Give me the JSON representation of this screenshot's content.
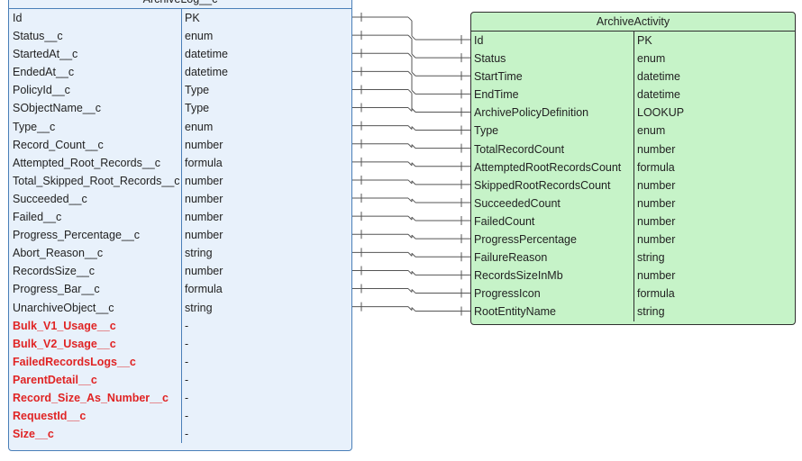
{
  "left_entity": {
    "title": "ArchiveLog__c",
    "rows": [
      {
        "name": "Id",
        "type": "PK"
      },
      {
        "name": "Status__c",
        "type": "enum"
      },
      {
        "name": "StartedAt__c",
        "type": "datetime"
      },
      {
        "name": "EndedAt__c",
        "type": "datetime"
      },
      {
        "name": "PolicyId__c",
        "type": "Type"
      },
      {
        "name": "SObjectName__c",
        "type": "Type"
      },
      {
        "name": "Type__c",
        "type": "enum"
      },
      {
        "name": "Record_Count__c",
        "type": "number"
      },
      {
        "name": "Attempted_Root_Records__c",
        "type": "formula"
      },
      {
        "name": "Total_Skipped_Root_Records__c",
        "type": "number"
      },
      {
        "name": "Succeeded__c",
        "type": "number"
      },
      {
        "name": "Failed__c",
        "type": "number"
      },
      {
        "name": "Progress_Percentage__c",
        "type": "number"
      },
      {
        "name": "Abort_Reason__c",
        "type": "string"
      },
      {
        "name": "RecordsSize__c",
        "type": "number"
      },
      {
        "name": "Progress_Bar__c",
        "type": "formula"
      },
      {
        "name": "UnarchiveObject__c",
        "type": "string"
      },
      {
        "name": "Bulk_V1_Usage__c",
        "type": "-",
        "extra": true
      },
      {
        "name": "Bulk_V2_Usage__c",
        "type": "-",
        "extra": true
      },
      {
        "name": "FailedRecordsLogs__c",
        "type": "-",
        "extra": true
      },
      {
        "name": "ParentDetail__c",
        "type": "-",
        "extra": true
      },
      {
        "name": "Record_Size_As_Number__c",
        "type": "-",
        "extra": true
      },
      {
        "name": "RequestId__c",
        "type": "-",
        "extra": true
      },
      {
        "name": "Size__c",
        "type": "-",
        "extra": true
      }
    ]
  },
  "right_entity": {
    "title": "ArchiveActivity",
    "rows": [
      {
        "name": "Id",
        "type": "PK"
      },
      {
        "name": "Status",
        "type": "enum"
      },
      {
        "name": "StartTime",
        "type": "datetime"
      },
      {
        "name": "EndTime",
        "type": "datetime"
      },
      {
        "name": "ArchivePolicyDefinition",
        "type": "LOOKUP"
      },
      {
        "name": "Type",
        "type": "enum"
      },
      {
        "name": "TotalRecordCount",
        "type": "number"
      },
      {
        "name": "AttemptedRootRecordsCount",
        "type": "formula"
      },
      {
        "name": "SkippedRootRecordsCount",
        "type": "number"
      },
      {
        "name": "SucceededCount",
        "type": "number"
      },
      {
        "name": "FailedCount",
        "type": "number"
      },
      {
        "name": "ProgressPercentage",
        "type": "number"
      },
      {
        "name": "FailureReason",
        "type": "string"
      },
      {
        "name": "RecordsSizeInMb",
        "type": "number"
      },
      {
        "name": "ProgressIcon",
        "type": "formula"
      },
      {
        "name": "RootEntityName",
        "type": "string"
      }
    ]
  },
  "mappings": [
    {
      "from": 0,
      "to": 0
    },
    {
      "from": 1,
      "to": 1
    },
    {
      "from": 2,
      "to": 2
    },
    {
      "from": 3,
      "to": 3
    },
    {
      "from": 4,
      "to": 4
    },
    {
      "from": 5,
      "to": 4
    },
    {
      "from": 6,
      "to": 5
    },
    {
      "from": 7,
      "to": 6
    },
    {
      "from": 8,
      "to": 7
    },
    {
      "from": 9,
      "to": 8
    },
    {
      "from": 10,
      "to": 9
    },
    {
      "from": 11,
      "to": 10
    },
    {
      "from": 12,
      "to": 11
    },
    {
      "from": 13,
      "to": 12
    },
    {
      "from": 14,
      "to": 13
    },
    {
      "from": 15,
      "to": 14
    },
    {
      "from": 16,
      "to": 15
    }
  ],
  "colors": {
    "left_bg": "#e8f1fb",
    "right_bg": "#c6f3c8",
    "extra_field": "#e02424",
    "connector": "#555555"
  }
}
